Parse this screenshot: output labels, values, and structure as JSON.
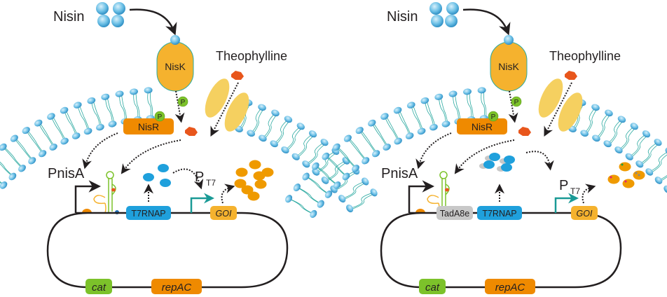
{
  "panels": [
    {
      "id": "left",
      "labels": {
        "nisin": "Nisin",
        "nisk": "NisK",
        "nisr": "NisR",
        "phospho": "P",
        "theophylline": "Theophylline",
        "pnisa": "PnisA",
        "pt7_main": "P",
        "pt7_sub": "T7",
        "t7rnap": "T7RNAP",
        "goi": "GOI",
        "cat": "cat",
        "repac": "repAC"
      },
      "has_tada": false
    },
    {
      "id": "right",
      "labels": {
        "nisin": "Nisin",
        "nisk": "NisK",
        "nisr": "NisR",
        "phospho": "P",
        "theophylline": "Theophylline",
        "pnisa": "PnisA",
        "pt7_main": "P",
        "pt7_sub": "T7",
        "tada": "TadA8e",
        "t7rnap": "T7RNAP",
        "goi": "GOI",
        "cat": "cat",
        "repac": "repAC"
      },
      "has_tada": true
    }
  ],
  "colors": {
    "lipid_head": "#5fb8e0",
    "lipid_tail": "#2aa9a0",
    "nisk": "#f5b22e",
    "nisr": "#ef8a00",
    "phospho": "#7cc22a",
    "theophylline": "#e8561c",
    "channel": "#f5d060",
    "t7rnap": "#1fa0dc",
    "tada": "#c8c8c8",
    "goi": "#f5b22e",
    "cat": "#7cc22a",
    "repac": "#ef8a00",
    "protein_product": "#ef9a00",
    "promoter_t7": "#1a9a96",
    "dna": "#231f20"
  }
}
